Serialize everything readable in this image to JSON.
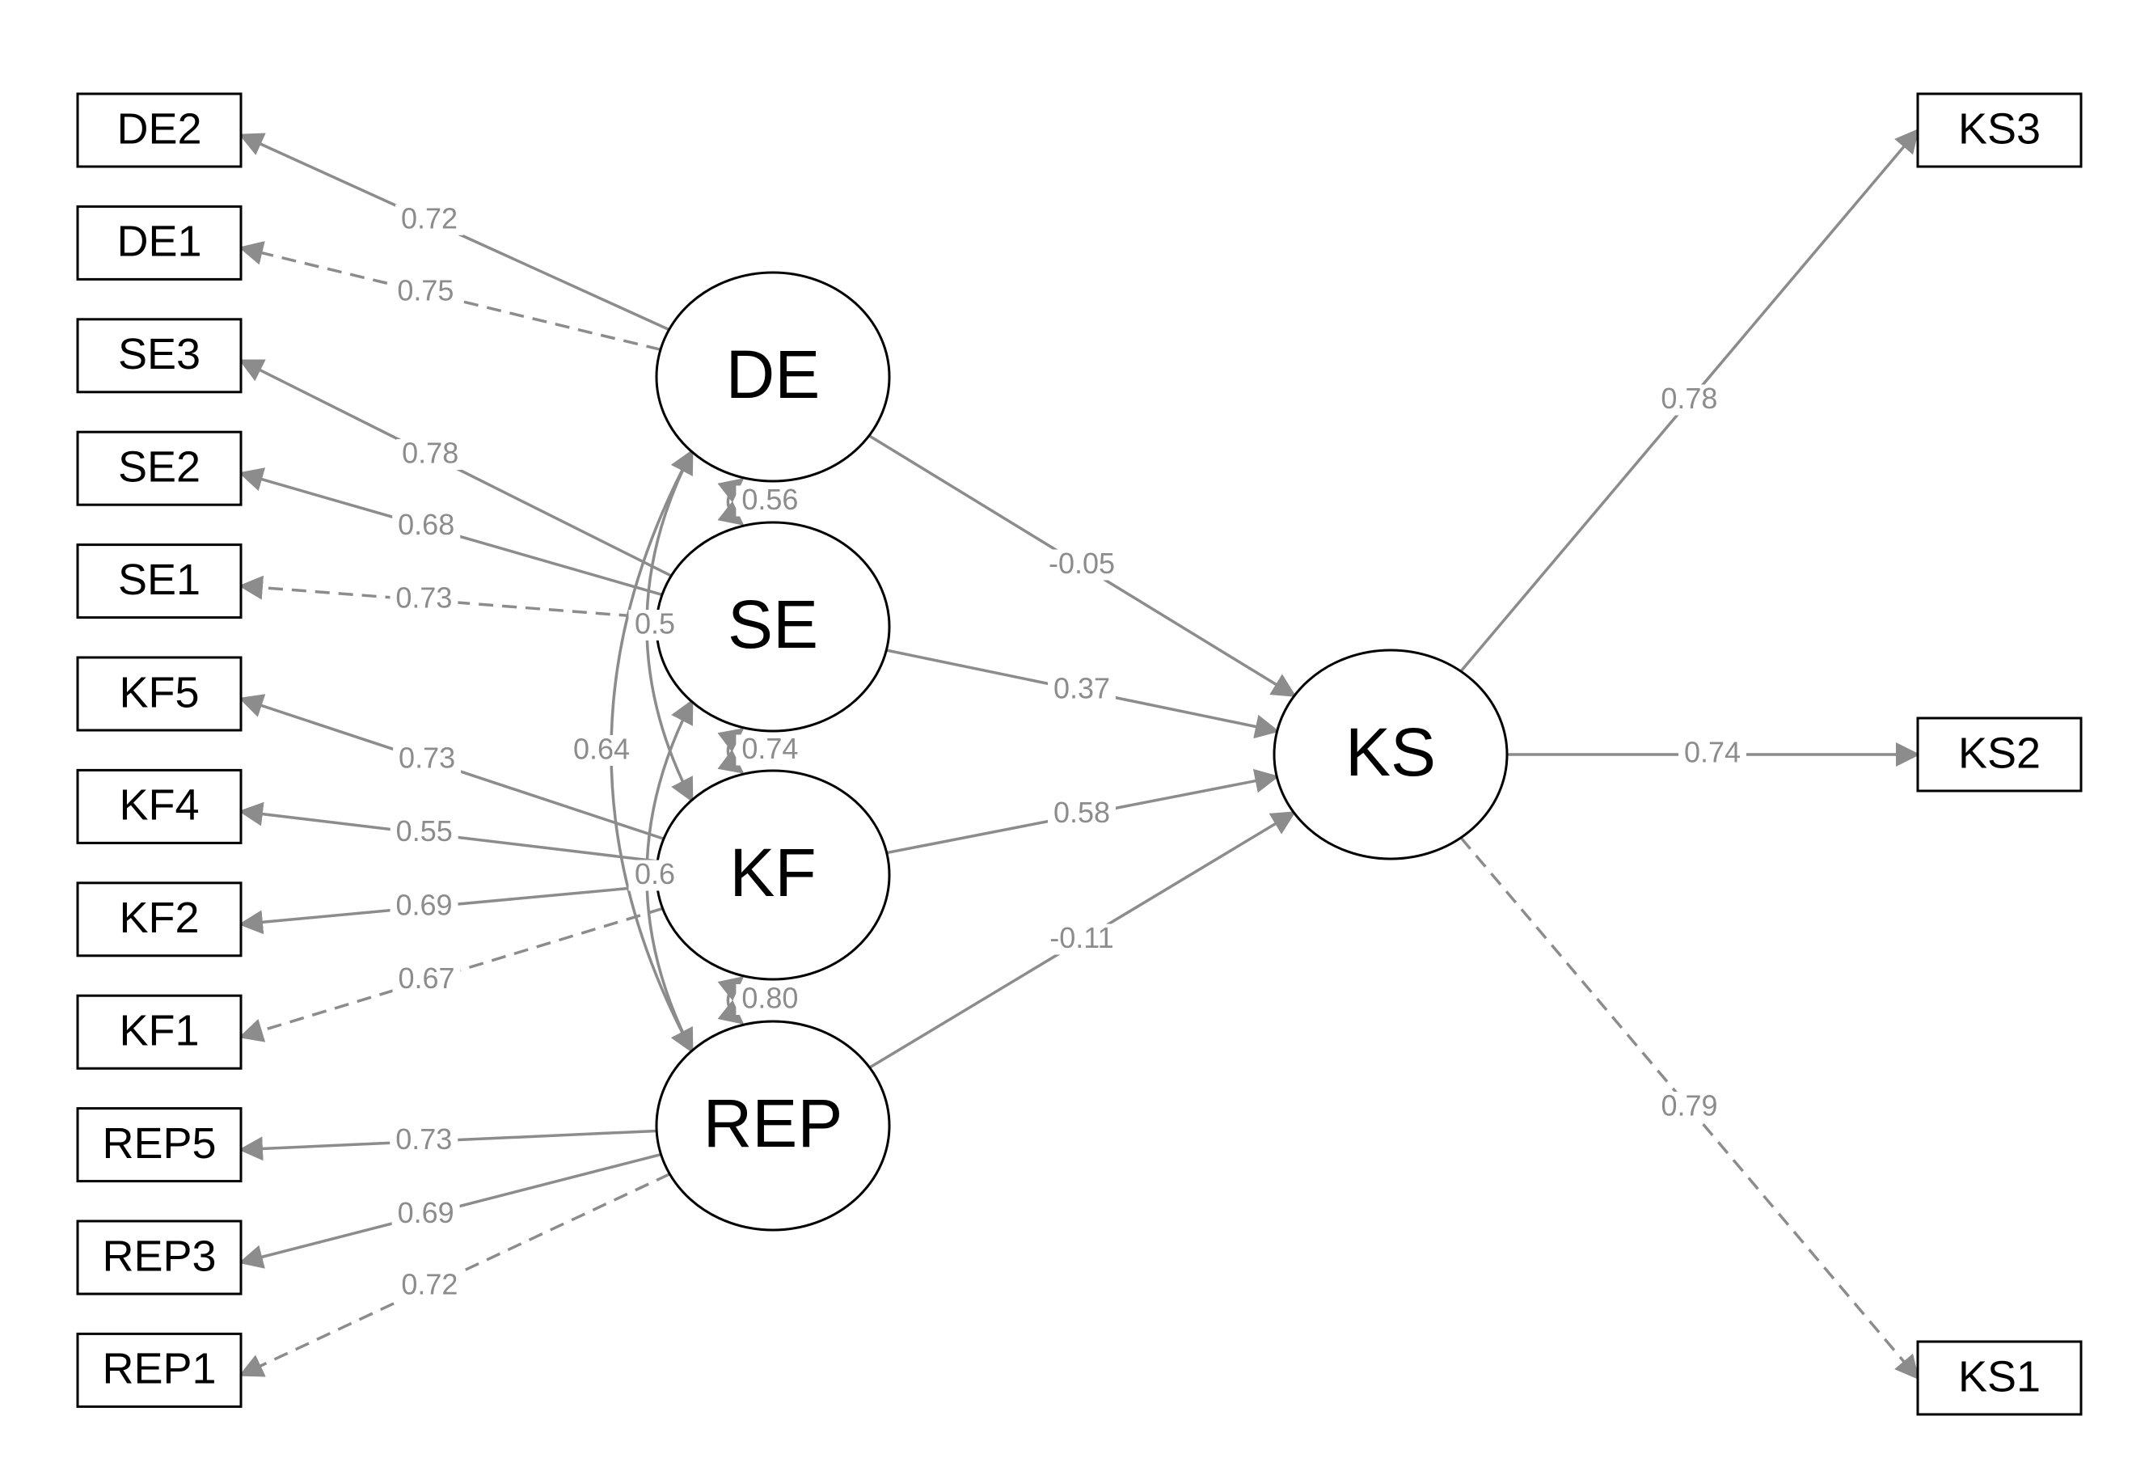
{
  "colors": {
    "edge": "#8c8c8c",
    "node_stroke": "#000000",
    "background": "#ffffff"
  },
  "latents": [
    {
      "id": "DE",
      "label": "DE"
    },
    {
      "id": "SE",
      "label": "SE"
    },
    {
      "id": "KF",
      "label": "KF"
    },
    {
      "id": "REP",
      "label": "REP"
    },
    {
      "id": "KS",
      "label": "KS"
    }
  ],
  "indicators": [
    {
      "id": "DE2",
      "label": "DE2"
    },
    {
      "id": "DE1",
      "label": "DE1"
    },
    {
      "id": "SE3",
      "label": "SE3"
    },
    {
      "id": "SE2",
      "label": "SE2"
    },
    {
      "id": "SE1",
      "label": "SE1"
    },
    {
      "id": "KF5",
      "label": "KF5"
    },
    {
      "id": "KF4",
      "label": "KF4"
    },
    {
      "id": "KF2",
      "label": "KF2"
    },
    {
      "id": "KF1",
      "label": "KF1"
    },
    {
      "id": "REP5",
      "label": "REP5"
    },
    {
      "id": "REP3",
      "label": "REP3"
    },
    {
      "id": "REP1",
      "label": "REP1"
    },
    {
      "id": "KS3",
      "label": "KS3"
    },
    {
      "id": "KS2",
      "label": "KS2"
    },
    {
      "id": "KS1",
      "label": "KS1"
    }
  ],
  "loadings": [
    {
      "from": "DE",
      "to": "DE2",
      "value": "0.72",
      "style": "solid"
    },
    {
      "from": "DE",
      "to": "DE1",
      "value": "0.75",
      "style": "dashed"
    },
    {
      "from": "SE",
      "to": "SE3",
      "value": "0.78",
      "style": "solid"
    },
    {
      "from": "SE",
      "to": "SE2",
      "value": "0.68",
      "style": "solid"
    },
    {
      "from": "SE",
      "to": "SE1",
      "value": "0.73",
      "style": "dashed"
    },
    {
      "from": "KF",
      "to": "KF5",
      "value": "0.73",
      "style": "solid"
    },
    {
      "from": "KF",
      "to": "KF4",
      "value": "0.55",
      "style": "solid"
    },
    {
      "from": "KF",
      "to": "KF2",
      "value": "0.69",
      "style": "solid"
    },
    {
      "from": "KF",
      "to": "KF1",
      "value": "0.67",
      "style": "dashed"
    },
    {
      "from": "REP",
      "to": "REP5",
      "value": "0.73",
      "style": "solid"
    },
    {
      "from": "REP",
      "to": "REP3",
      "value": "0.69",
      "style": "solid"
    },
    {
      "from": "REP",
      "to": "REP1",
      "value": "0.72",
      "style": "dashed"
    },
    {
      "from": "KS",
      "to": "KS3",
      "value": "0.78",
      "style": "solid"
    },
    {
      "from": "KS",
      "to": "KS2",
      "value": "0.74",
      "style": "solid"
    },
    {
      "from": "KS",
      "to": "KS1",
      "value": "0.79",
      "style": "dashed"
    }
  ],
  "paths": [
    {
      "from": "DE",
      "to": "KS",
      "value": "-0.05"
    },
    {
      "from": "SE",
      "to": "KS",
      "value": "0.37"
    },
    {
      "from": "KF",
      "to": "KS",
      "value": "0.58"
    },
    {
      "from": "REP",
      "to": "KS",
      "value": "-0.11"
    }
  ],
  "covariances": [
    {
      "a": "DE",
      "b": "SE",
      "value": "0.56"
    },
    {
      "a": "SE",
      "b": "KF",
      "value": "0.74"
    },
    {
      "a": "KF",
      "b": "REP",
      "value": "0.80"
    },
    {
      "a": "DE",
      "b": "KF",
      "value": "0.5"
    },
    {
      "a": "SE",
      "b": "REP",
      "value": "0.6"
    },
    {
      "a": "DE",
      "b": "REP",
      "value": "0.64"
    }
  ]
}
